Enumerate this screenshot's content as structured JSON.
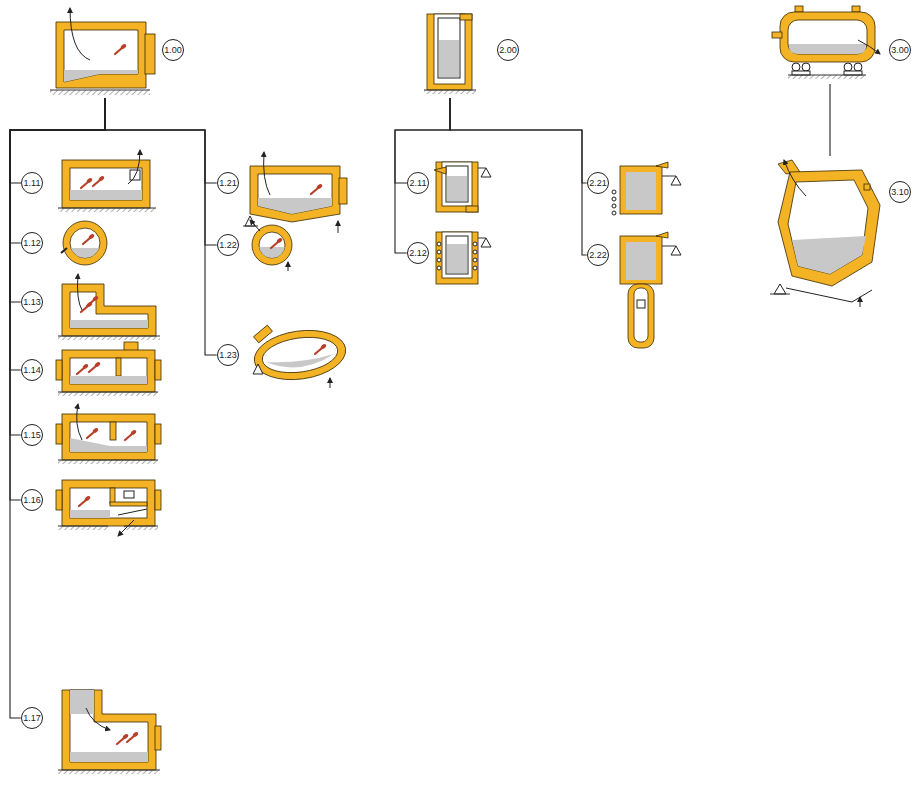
{
  "diagram": {
    "nodes": [
      {
        "text": [
          "1.00"
        ]
      },
      {
        "text": [
          "1.11"
        ]
      },
      {
        "text": [
          "1.12"
        ]
      },
      {
        "text": [
          "1.13"
        ]
      },
      {
        "text": [
          "1.14"
        ]
      },
      {
        "text": [
          "1.15"
        ]
      },
      {
        "text": [
          "1.16"
        ]
      },
      {
        "text": [
          "1.17"
        ]
      },
      {
        "text": [
          "1.21"
        ]
      },
      {
        "text": [
          "1.22"
        ]
      },
      {
        "text": [
          "1.23"
        ]
      },
      {
        "text": [
          "2.00"
        ]
      },
      {
        "text": [
          "2.11"
        ]
      },
      {
        "text": [
          "2.12"
        ]
      },
      {
        "text": [
          "2.21"
        ]
      },
      {
        "text": [
          "2.22"
        ]
      },
      {
        "text": [
          "3.00"
        ]
      },
      {
        "text": [
          "3.10"
        ]
      }
    ],
    "edges": [
      {
        "from": 0,
        "to": 1,
        "arrow": "none"
      },
      {
        "from": 0,
        "to": 2,
        "arrow": "none"
      },
      {
        "from": 0,
        "to": 3,
        "arrow": "none"
      },
      {
        "from": 0,
        "to": 4,
        "arrow": "none"
      },
      {
        "from": 0,
        "to": 5,
        "arrow": "none"
      },
      {
        "from": 0,
        "to": 6,
        "arrow": "none"
      },
      {
        "from": 0,
        "to": 7,
        "arrow": "none"
      },
      {
        "from": 0,
        "to": 8,
        "arrow": "none"
      },
      {
        "from": 0,
        "to": 9,
        "arrow": "none"
      },
      {
        "from": 0,
        "to": 10,
        "arrow": "none"
      },
      {
        "from": 11,
        "to": 12,
        "arrow": "none"
      },
      {
        "from": 11,
        "to": 13,
        "arrow": "none"
      },
      {
        "from": 11,
        "to": 14,
        "arrow": "none"
      },
      {
        "from": 11,
        "to": 15,
        "arrow": "none"
      },
      {
        "from": 16,
        "to": 17,
        "arrow": "none"
      }
    ]
  }
}
